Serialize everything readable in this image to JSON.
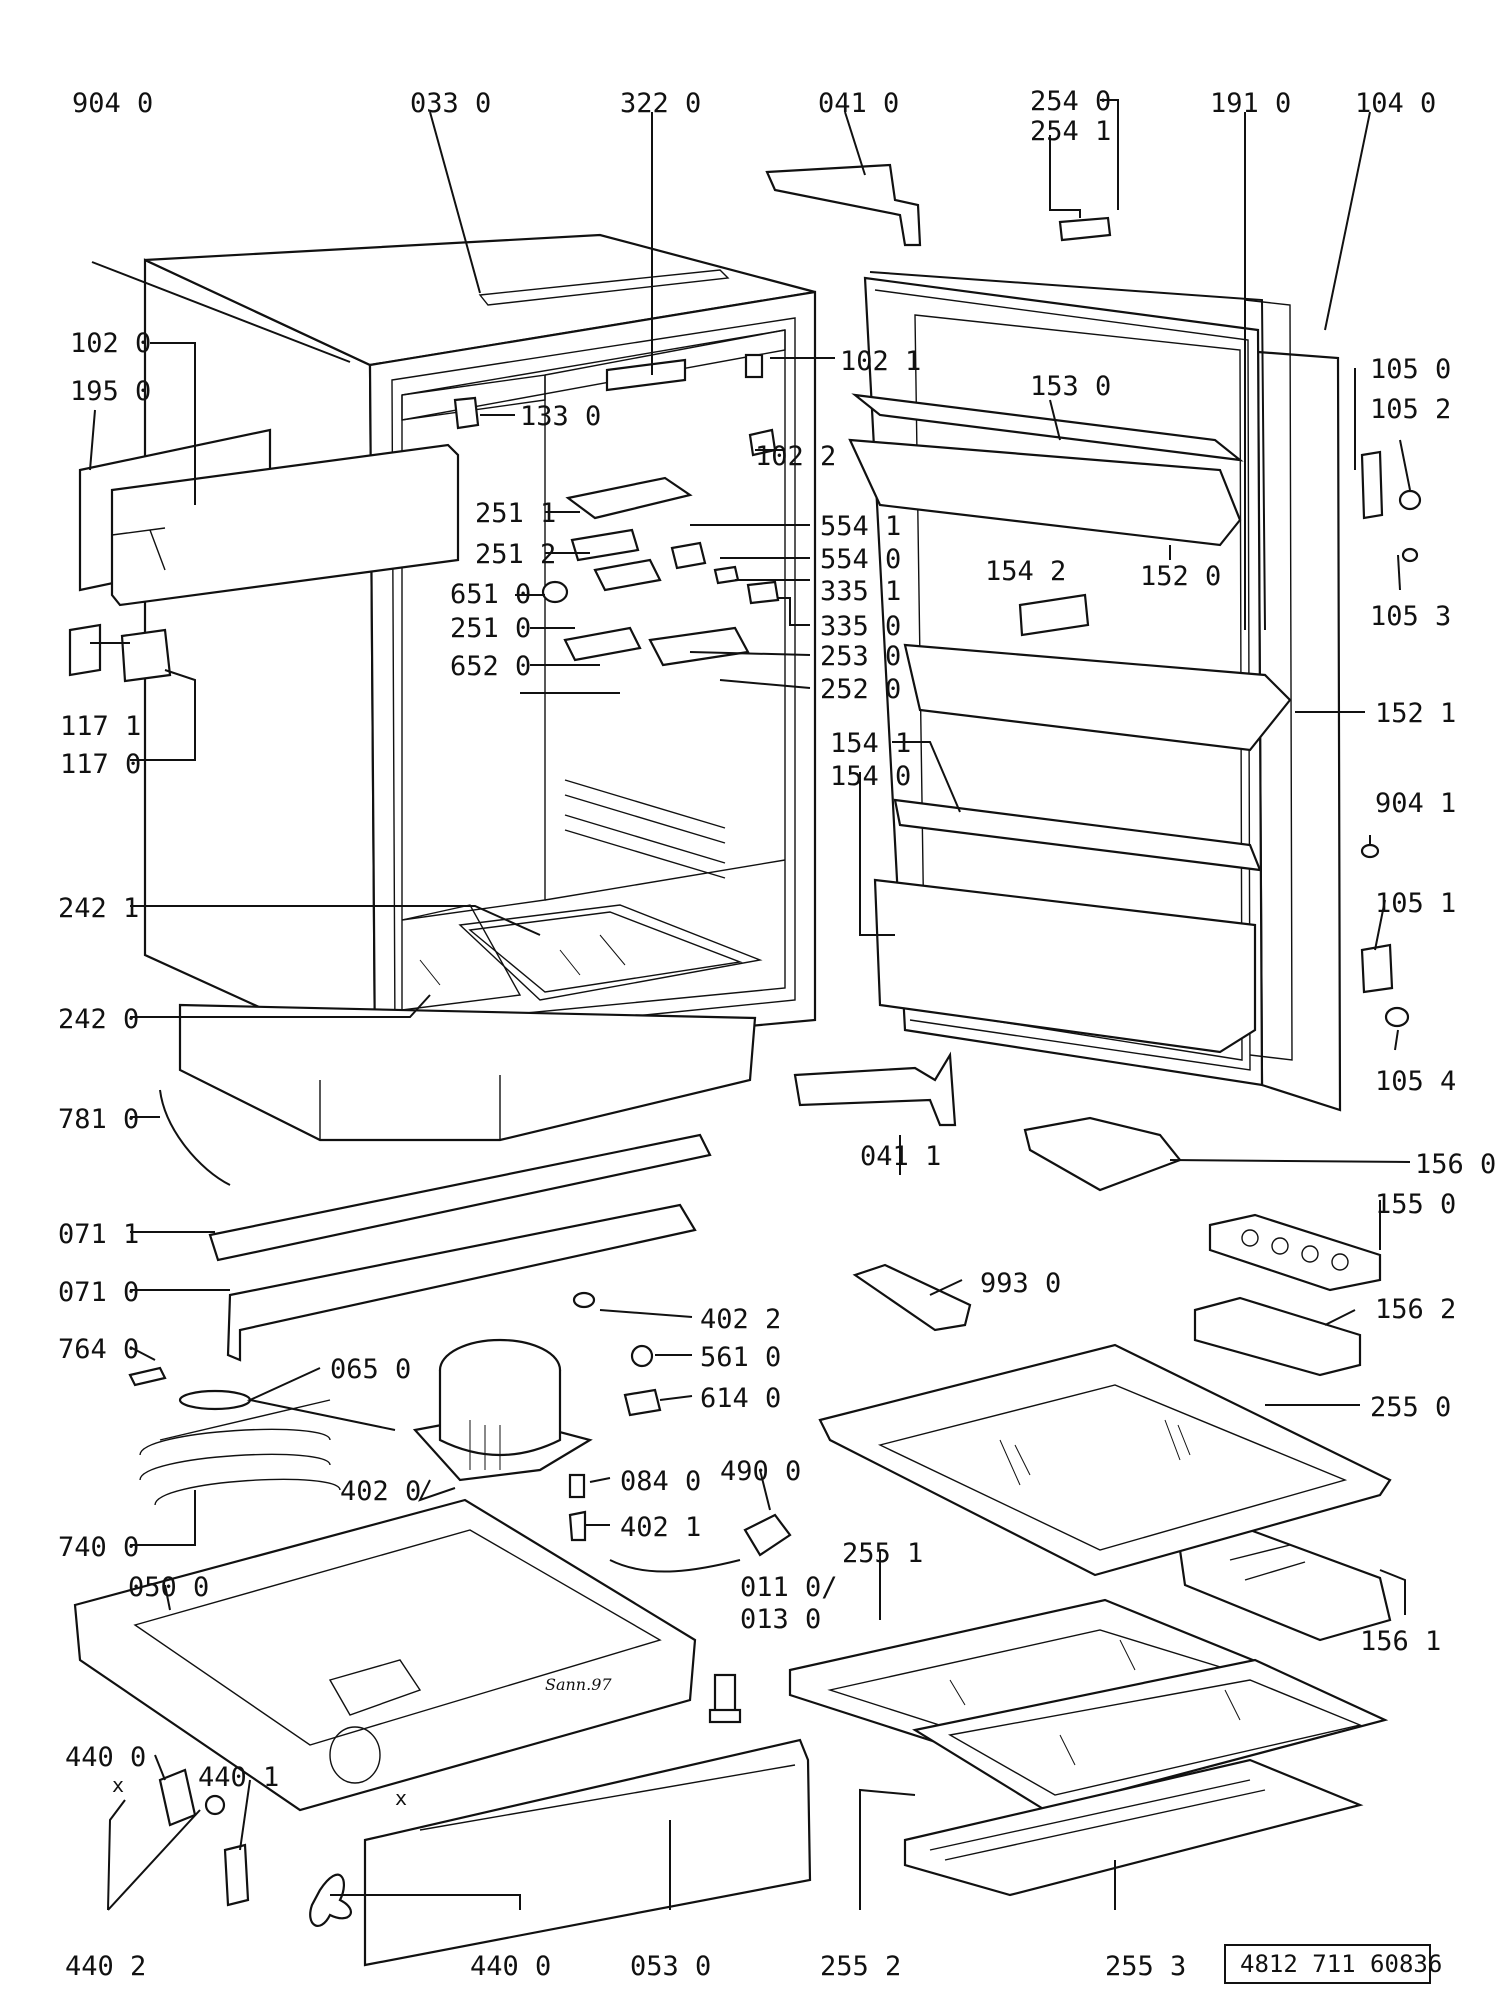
{
  "labels": {
    "l9040": "904 0",
    "l0330": "033 0",
    "l3220": "322 0",
    "l0410": "041 0",
    "l2540": "254 0",
    "l2541": "254 1",
    "l1910": "191 0",
    "l1040": "104 0",
    "l1020": "102 0",
    "l1950": "195 0",
    "l1021": "102 1",
    "l1050": "105 0",
    "l1052": "105 2",
    "l1330": "133 0",
    "l1530": "153 0",
    "l1022": "102 2",
    "l2511": "251 1",
    "l5541": "554 1",
    "l2512": "251 2",
    "l5540": "554 0",
    "l1520": "152 0",
    "l1542": "154 2",
    "l1053": "105 3",
    "l6510": "651 0",
    "l3351": "335 1",
    "l2510": "251 0",
    "l3350": "335 0",
    "l6520": "652 0",
    "l2530": "253 0",
    "l2520": "252 0",
    "l1171": "117 1",
    "l1170": "117 0",
    "l1521": "152 1",
    "l1541": "154 1",
    "l1540": "154 0",
    "l9041": "904 1",
    "l1051": "105 1",
    "l2421": "242 1",
    "l2420": "242 0",
    "l1054": "105 4",
    "l7810": "781 0",
    "l0411": "041 1",
    "l1560": "156 0",
    "l1550": "155 0",
    "l0711": "071 1",
    "l0710": "071 0",
    "l9930": "993 0",
    "l4022": "402 2",
    "l1562": "156 2",
    "l7640": "764 0",
    "l5610": "561 0",
    "l0650": "065 0",
    "l6140": "614 0",
    "l2550": "255 0",
    "l4900": "490 0",
    "l0840": "084 0",
    "l4020": "402 0",
    "l4021": "402 1",
    "l7400": "740 0",
    "l2551": "255 1",
    "l0500": "050 0",
    "l0110": "011 0/",
    "l0130": "013 0",
    "l1561": "156 1",
    "l4400a": "440 0",
    "l4401": "440 1",
    "l4402": "440 2",
    "l4400b": "440 0",
    "l0530": "053 0",
    "l2552": "255 2",
    "l2553": "255 3"
  },
  "marks": {
    "x1": "x",
    "x2": "x",
    "sign": "Sann.97"
  },
  "doc_number": "4812 711 60836"
}
